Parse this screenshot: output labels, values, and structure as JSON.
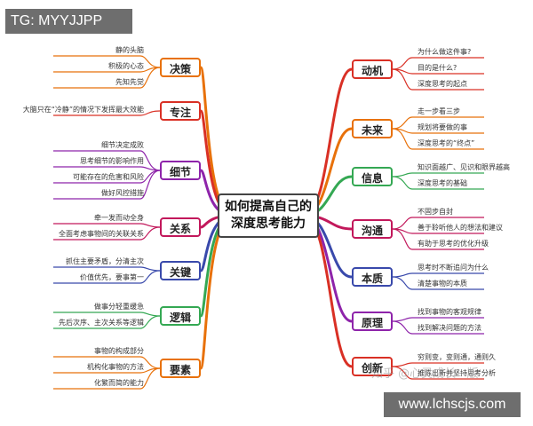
{
  "center_title": [
    "如何提高自己的",
    "深度思考能力"
  ],
  "tag_text": "TG: MYYJJPP",
  "site_text": "www.lchscjs.com",
  "watermark_text": "知乎 @心灵成长 · 版",
  "branches": [
    {
      "label": "动机",
      "color": "#d93025",
      "side": "right",
      "leaves": [
        "为什么做这件事?",
        "目的是什么?",
        "深度思考的起点"
      ]
    },
    {
      "label": "未来",
      "color": "#e8710a",
      "side": "right",
      "leaves": [
        "走一步看三步",
        "规划将要做的事",
        "深度思考的“终点”"
      ]
    },
    {
      "label": "信息",
      "color": "#34a853",
      "side": "right",
      "leaves": [
        "知识面越广、见识和眼界越高",
        "深度思考的基础"
      ]
    },
    {
      "label": "沟通",
      "color": "#c2185b",
      "side": "right",
      "leaves": [
        "不固步自封",
        "善于聆听他人的想法和建议",
        "有助于思考的优化升级"
      ]
    },
    {
      "label": "本质",
      "color": "#3949ab",
      "side": "right",
      "leaves": [
        "思考时不断追问为什么",
        "清楚事物的本质"
      ]
    },
    {
      "label": "原理",
      "color": "#8e24aa",
      "side": "right",
      "leaves": [
        "找到事物的客观规律",
        "找到解决问题的方法"
      ]
    },
    {
      "label": "创新",
      "color": "#d93025",
      "side": "right",
      "leaves": [
        "穷则变，变则通，通则久",
        "推陈出新并坚持思考分析"
      ]
    },
    {
      "label": "决策",
      "color": "#e8710a",
      "side": "left",
      "leaves": [
        "静的头脑",
        "积极的心态",
        "先知先觉"
      ]
    },
    {
      "label": "专注",
      "color": "#d93025",
      "side": "left",
      "leaves": [
        "大脑只在“冷静”的情况下发挥最大效能"
      ]
    },
    {
      "label": "细节",
      "color": "#8e24aa",
      "side": "left",
      "leaves": [
        "细节决定成败",
        "思考细节的影响作用",
        "可能存在的危害和风险",
        "做好风控措施"
      ]
    },
    {
      "label": "关系",
      "color": "#c2185b",
      "side": "left",
      "leaves": [
        "牵一发而动全身",
        "全面考虑事物间的关联关系"
      ]
    },
    {
      "label": "关键",
      "color": "#3949ab",
      "side": "left",
      "leaves": [
        "抓住主要矛盾，分清主次",
        "价值优先，要事第一"
      ]
    },
    {
      "label": "逻辑",
      "color": "#34a853",
      "side": "left",
      "leaves": [
        "做事分轻重缓急",
        "先后次序、主次关系等逻辑"
      ]
    },
    {
      "label": "要素",
      "color": "#e8710a",
      "side": "left",
      "leaves": [
        "事物的构成部分",
        "机构化事物的方法",
        "化繁而简的能力"
      ]
    }
  ]
}
